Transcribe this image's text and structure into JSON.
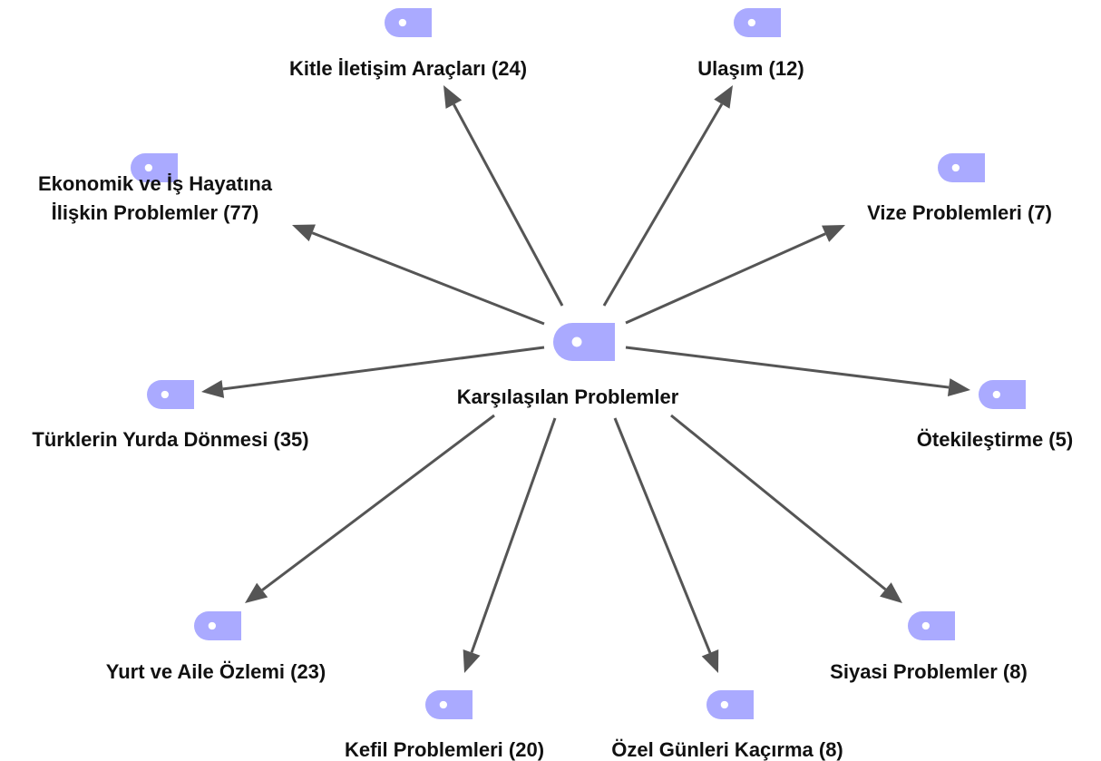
{
  "colors": {
    "icon": "#aaaaff",
    "arrow": "#555555",
    "text": "#111111",
    "background": "#ffffff"
  },
  "center": {
    "label": "Karşılaşılan Problemler",
    "icon": "code-tag-icon"
  },
  "nodes": [
    {
      "id": "kitle",
      "lines": [
        "Kitle İletişim Araçları (24)"
      ],
      "icon": "code-tag-icon"
    },
    {
      "id": "ulasim",
      "lines": [
        "Ulaşım (12)"
      ],
      "icon": "code-tag-icon"
    },
    {
      "id": "ekonomik",
      "lines": [
        "Ekonomik ve İş Hayatına",
        "İlişkin Problemler (77)"
      ],
      "icon": "code-tag-icon"
    },
    {
      "id": "vize",
      "lines": [
        "Vize Problemleri (7)"
      ],
      "icon": "code-tag-icon"
    },
    {
      "id": "turklerin",
      "lines": [
        "Türklerin Yurda Dönmesi (35)"
      ],
      "icon": "code-tag-icon"
    },
    {
      "id": "otekilestirme",
      "lines": [
        "Ötekileştirme (5)"
      ],
      "icon": "code-tag-icon"
    },
    {
      "id": "yurt",
      "lines": [
        "Yurt ve Aile Özlemi (23)"
      ],
      "icon": "code-tag-icon"
    },
    {
      "id": "siyasi",
      "lines": [
        "Siyasi Problemler (8)"
      ],
      "icon": "code-tag-icon"
    },
    {
      "id": "kefil",
      "lines": [
        "Kefil Problemleri (20)"
      ],
      "icon": "code-tag-icon"
    },
    {
      "id": "ozel",
      "lines": [
        "Özel Günleri Kaçırma (8)"
      ],
      "icon": "code-tag-icon"
    }
  ]
}
